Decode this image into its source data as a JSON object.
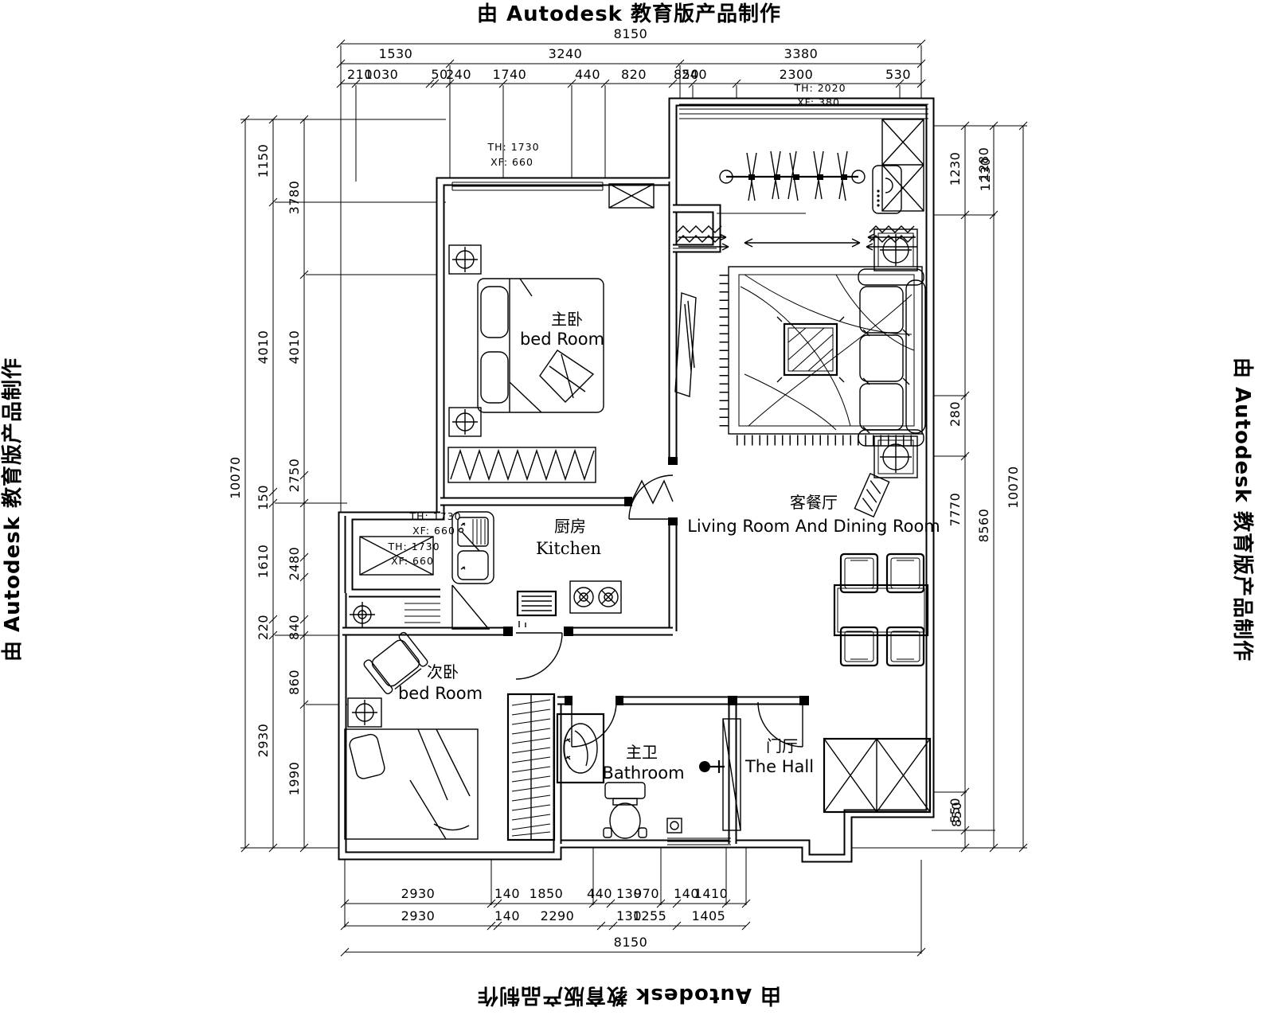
{
  "title": "由 Autodesk 教育版产品制作",
  "rooms": {
    "master_bedroom": {
      "zh": "主卧",
      "en": "bed Room"
    },
    "kitchen": {
      "zh": "厨房",
      "en": "Kitchen"
    },
    "living_dining": {
      "zh": "客餐厅",
      "en": "Living Room And Dining Room"
    },
    "second_bedroom": {
      "zh": "次卧",
      "en": "bed Room"
    },
    "bathroom": {
      "zh": "主卫",
      "en": "Bathroom"
    },
    "hall": {
      "zh": "门厅",
      "en": "The Hall"
    }
  },
  "annotations": {
    "master_window": {
      "l1": "TH:  1730",
      "l2": "XF:  660"
    },
    "balcony_window": {
      "l1": "TH:  2020",
      "l2": "XF:  380"
    },
    "kitchen_window_a": {
      "l1": "TH:  1730",
      "l2": "XF:  660"
    },
    "kitchen_window_b": {
      "l1": "TH:  1730",
      "l2": "XF:  660"
    }
  },
  "dimensions": {
    "top": {
      "total": "8150",
      "row2": [
        "1530",
        "3240",
        "3380"
      ],
      "row3": [
        "210",
        "1030",
        "50",
        "240",
        "1740",
        "440",
        "820",
        "850",
        "240",
        "2300",
        "530"
      ]
    },
    "bottom": {
      "row1": [
        "2930",
        "140",
        "1850",
        "440",
        "130",
        "970",
        "140",
        "1410"
      ],
      "row2": [
        "2930",
        "140",
        "2290",
        "130",
        "1255",
        "1405"
      ],
      "total": "8150"
    },
    "left": {
      "outer": "10070",
      "middle": [
        "1150",
        "4010",
        "150",
        "1610",
        "220",
        "2930"
      ],
      "inner": [
        "3780",
        "4010",
        "2750",
        "2480",
        "840",
        "860",
        "1990"
      ]
    },
    "right": {
      "outer": "10070",
      "middle": [
        "1280",
        "1230",
        "8560"
      ],
      "inner": [
        "1230",
        "280",
        "7770",
        "550",
        "850"
      ]
    }
  }
}
